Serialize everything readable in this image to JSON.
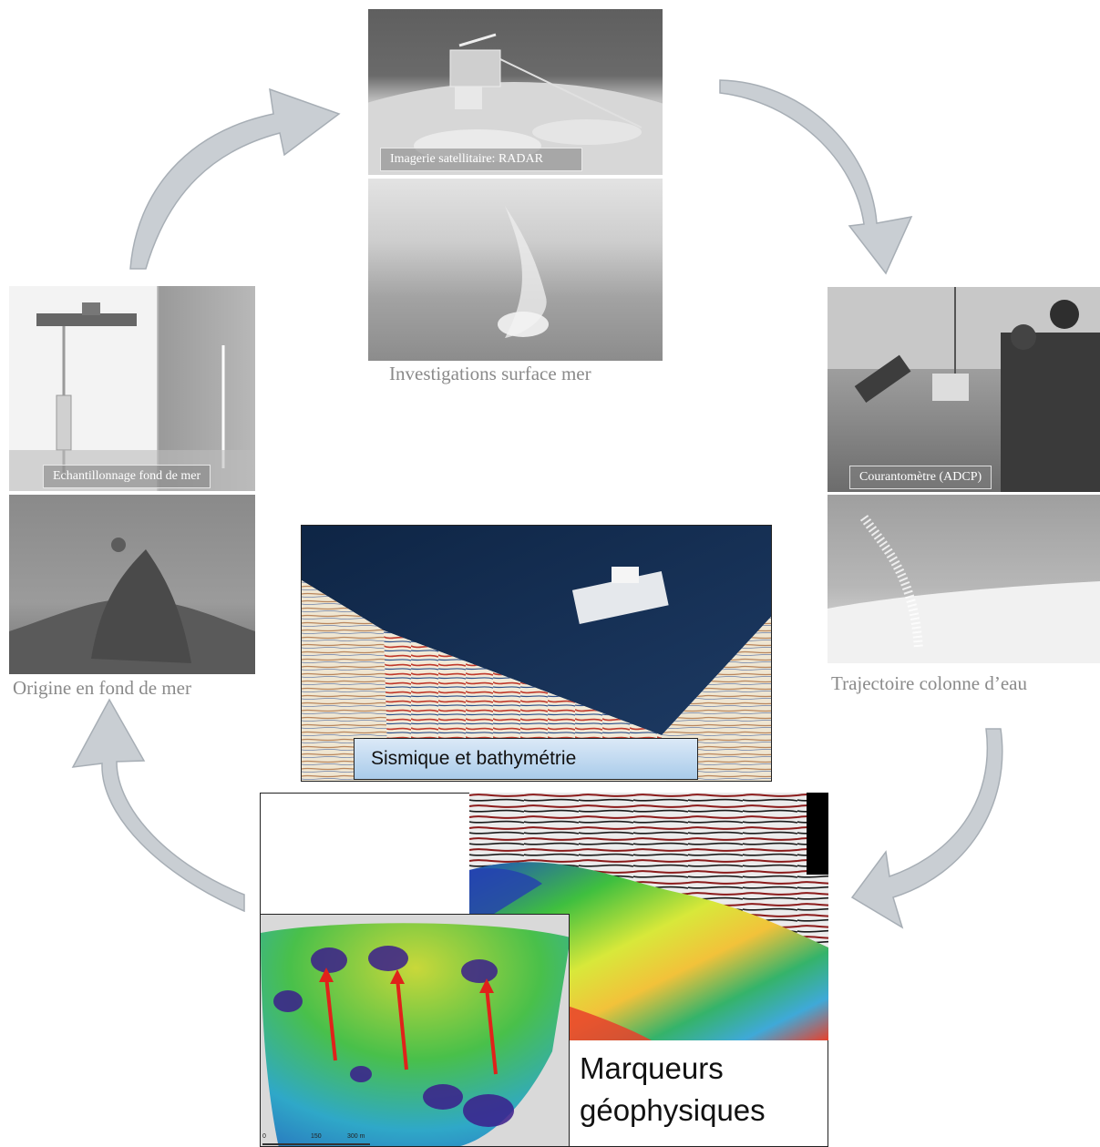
{
  "surface": {
    "label": "Imagerie satellitaire: RADAR",
    "caption": "Investigations surface mer"
  },
  "water_column": {
    "label": "Courantomètre (ADCP)",
    "caption": "Trajectoire colonne d’eau"
  },
  "seafloor": {
    "label": "Echantillonnage fond de mer",
    "caption": "Origine en fond de mer"
  },
  "seismic": {
    "label": "Sismique et bathymétrie"
  },
  "geophysics": {
    "label_line1": "Marqueurs",
    "label_line2": "géophysiques",
    "scale_labels": [
      "0",
      "150",
      "300 m"
    ]
  },
  "colors": {
    "arrow_fill": "#c9ced3",
    "arrow_stroke": "#a7aeb5",
    "caption_text": "#8a8a8a"
  }
}
